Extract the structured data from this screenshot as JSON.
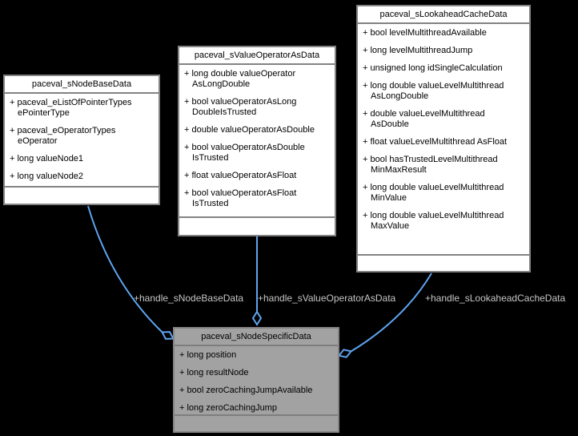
{
  "diagram": {
    "background_color": "#000000",
    "connector_color": "#5ea4f0",
    "connector_label_color": "#c6c6c6",
    "class_box_fill": "#ffffff",
    "highlighted_box_fill": "#a2a2a2",
    "box_border_color": "#848284",
    "relationship_type": "aggregation-open-diamond"
  },
  "classes": [
    {
      "title": "paceval_sNodeBaseData",
      "members": [
        "+ paceval_eListOfPointerTypes ePointerType",
        "+ paceval_eOperatorTypes eOperator",
        "+ long valueNode1",
        "+ long valueNode2"
      ]
    },
    {
      "title": "paceval_sValueOperatorAsData",
      "members": [
        "+ long double valueOperator AsLongDouble",
        "+ bool valueOperatorAsLong DoubleIsTrusted",
        "+ double valueOperatorAsDouble",
        "+ bool valueOperatorAsDouble IsTrusted",
        "+ float valueOperatorAsFloat",
        "+ bool valueOperatorAsFloat IsTrusted"
      ]
    },
    {
      "title": "paceval_sLookaheadCacheData",
      "members": [
        "+ bool levelMultithreadAvailable",
        "+ long levelMultithreadJump",
        "+ unsigned long idSingleCalculation",
        "+ long double valueLevelMultithread AsLongDouble",
        "+ double valueLevelMultithread AsDouble",
        "+ float valueLevelMultithread AsFloat",
        "+ bool hasTrustedLevelMultithread MinMaxResult",
        "+ long double valueLevelMultithread MinValue",
        "+ long double valueLevelMultithread MaxValue"
      ]
    },
    {
      "title": "paceval_sNodeSpecificData",
      "members": [
        "+ long position",
        "+ long resultNode",
        "+ bool zeroCachingJumpAvailable",
        "+ long zeroCachingJump"
      ]
    }
  ],
  "connections": [
    {
      "label": "+handle_sNodeBaseData",
      "from": "paceval_sNodeBaseData",
      "to": "paceval_sNodeSpecificData"
    },
    {
      "label": "+handle_sValueOperatorAsData",
      "from": "paceval_sValueOperatorAsData",
      "to": "paceval_sNodeSpecificData"
    },
    {
      "label": "+handle_sLookaheadCacheData",
      "from": "paceval_sLookaheadCacheData",
      "to": "paceval_sNodeSpecificData"
    }
  ]
}
